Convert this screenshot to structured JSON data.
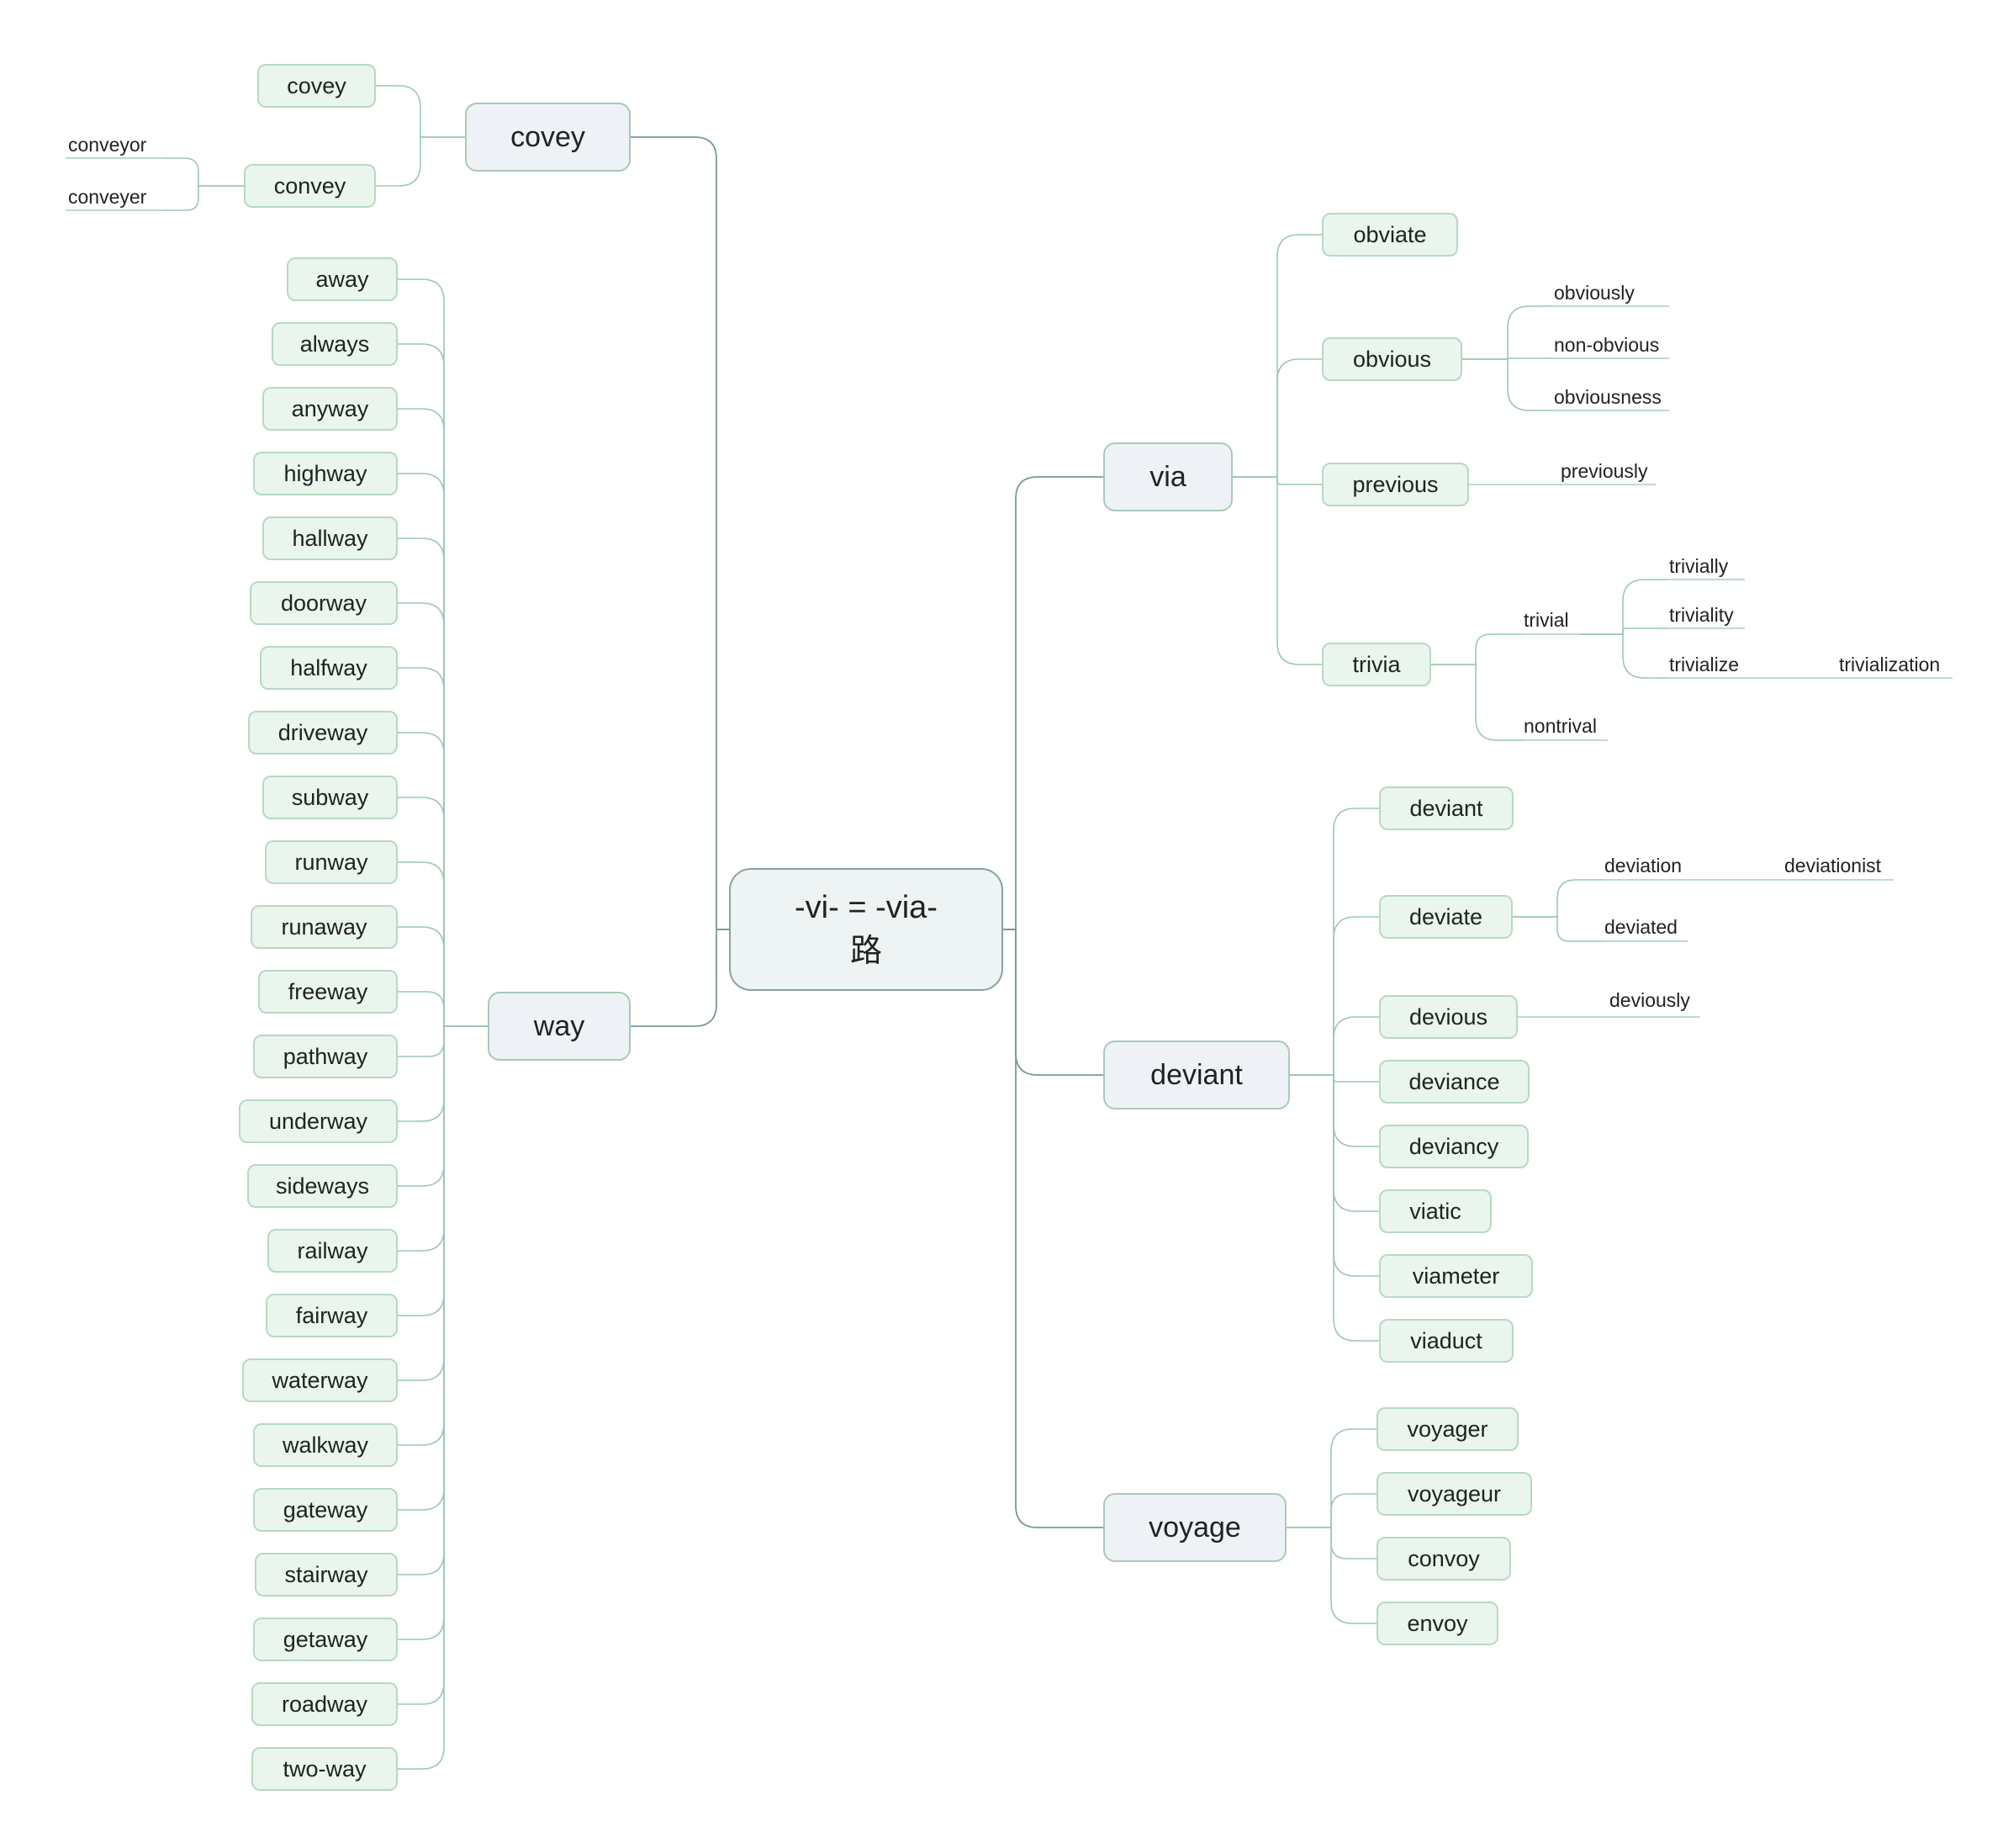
{
  "central": {
    "line1": "-vi- = -via-",
    "line2": "路"
  },
  "branches": {
    "covey": {
      "label": "covey",
      "covey": "covey",
      "convey": {
        "label": "convey",
        "children": [
          "conveyor",
          "conveyer"
        ]
      }
    },
    "way": {
      "label": "way",
      "children": [
        "away",
        "always",
        "anyway",
        "highway",
        "hallway",
        "doorway",
        "halfway",
        "driveway",
        "subway",
        "runway",
        "runaway",
        "freeway",
        "pathway",
        "underway",
        "sideways",
        "railway",
        "fairway",
        "waterway",
        "walkway",
        "gateway",
        "stairway",
        "getaway",
        "roadway",
        "two-way"
      ]
    },
    "via": {
      "label": "via",
      "obviate": "obviate",
      "obvious": {
        "label": "obvious",
        "children": [
          "obviously",
          "non-obvious",
          "obviousness"
        ]
      },
      "previous": {
        "label": "previous",
        "children": [
          "previously"
        ]
      },
      "trivia": {
        "label": "trivia",
        "trivial": {
          "label": "trivial",
          "children": [
            "trivially",
            "triviality",
            "trivialize"
          ],
          "trivialize_child": "trivialization"
        },
        "nontrival": "nontrival"
      }
    },
    "deviant": {
      "label": "deviant",
      "deviant": "deviant",
      "deviate": {
        "label": "deviate",
        "deviation": "deviation",
        "deviationist": "deviationist",
        "deviated": "deviated"
      },
      "devious": {
        "label": "devious",
        "children": [
          "deviously"
        ]
      },
      "others": [
        "deviance",
        "deviancy",
        "viatic",
        "viameter",
        "viaduct"
      ]
    },
    "voyage": {
      "label": "voyage",
      "children": [
        "voyager",
        "voyageur",
        "convoy",
        "envoy"
      ]
    }
  },
  "colors": {
    "line": "#9cc8b0",
    "trunk": "#7a9a9a",
    "leaf_underline": "#a9cdb9"
  }
}
